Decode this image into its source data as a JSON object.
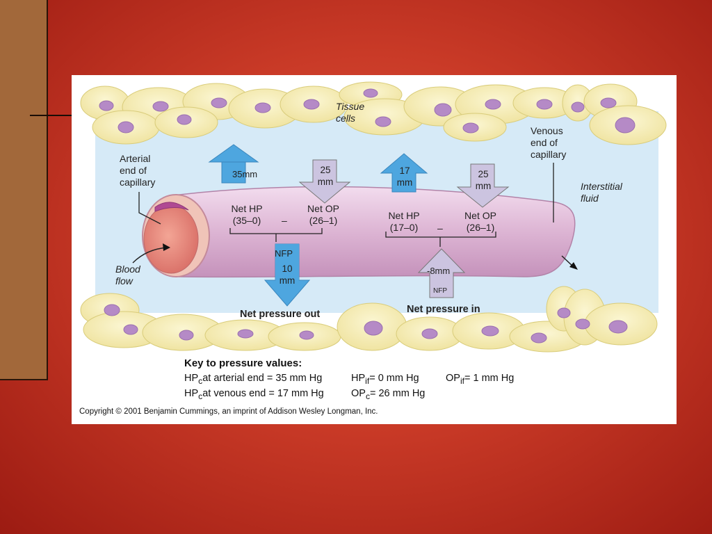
{
  "figure": {
    "labels": {
      "tissue_cells": "Tissue\ncells",
      "arterial_end": "Arterial\nend of\ncapillary",
      "venous_end": "Venous\nend of\ncapillary",
      "interstitial_fluid": "Interstitial\nfluid",
      "blood_flow": "Blood\nflow"
    },
    "arterial": {
      "hp_arrow": "35mm",
      "op_arrow": "25\nmm",
      "net_hp": "Net HP\n(35–0)",
      "minus": "–",
      "net_op": "Net OP\n(26–1)",
      "nfp_label": "NFP",
      "nfp_value": "10\nmm",
      "caption": "Net pressure out"
    },
    "venous": {
      "hp_arrow": "17\nmm",
      "op_arrow": "25\nmm",
      "net_hp": "Net HP\n(17–0)",
      "minus": "–",
      "net_op": "Net OP\n(26–1)",
      "nfp_value": "-8mm",
      "nfp_label": "NFP",
      "caption": "Net pressure in"
    },
    "key": {
      "title": "Key to pressure values:",
      "row1": {
        "a_main": "HP",
        "a_sub": "c",
        "a_rest": " at arterial end = 35 mm Hg",
        "b_main": "HP",
        "b_sub": "if",
        "b_rest": " = 0 mm Hg",
        "c_main": "OP",
        "c_sub": "if",
        "c_rest": " = 1 mm Hg"
      },
      "row2": {
        "a_main": "HP",
        "a_sub": "c",
        "a_rest": " at venous end = 17 mm Hg",
        "b_main": "OP",
        "b_sub": "c",
        "b_rest": " = 26 mm Hg"
      }
    },
    "copyright": "Copyright © 2001 Benjamin Cummings, an imprint of Addison Wesley Longman, Inc."
  },
  "colors": {
    "background_center": "#e0573f",
    "background_edge": "#9c1b12",
    "side_panel": "#a2683a",
    "interstitial": "#d6eaf7",
    "cell": "#f6eeaa",
    "nucleus": "#b58ac6",
    "capillary": "#e2bcd8",
    "blue_arrow": "#4ea6df",
    "lavender_arrow": "#ccc4e0"
  }
}
